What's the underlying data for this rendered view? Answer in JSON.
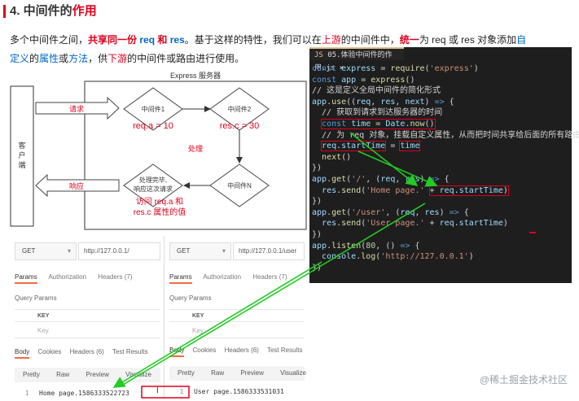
{
  "heading": {
    "prefix": "4. 中间件的",
    "emphasis": "作用"
  },
  "paragraph": {
    "p1": "多个中间件之间，",
    "p2": "共享同一份",
    "p3": " req ",
    "p4": "和",
    "p5": " res",
    "p6": "。基于这样的特性，我们可以在",
    "p7": "上游",
    "p8": "的中间件中，",
    "p9": "统一",
    "p10": "为 req 或 res 对象添加",
    "p11": "自定义",
    "p12": "的",
    "p13": "属性",
    "p14": "或",
    "p15": "方法",
    "p16": "，供",
    "p17": "下游",
    "p18": "的中间件或路由进行使用。"
  },
  "diagram": {
    "title": "Express 服务器",
    "client": "客\n户\n端",
    "request": "请求",
    "response": "响应",
    "mw1": "中间件1",
    "mw2": "中间件2",
    "mwN": "中间件N",
    "process": "处理",
    "done1": "处理完毕,",
    "done2": "响应这次请求",
    "reqA": "req.a = 10",
    "resC": "res.c = 30",
    "access1": "访问 req.a 和",
    "access2": "res.c 属性的值"
  },
  "editor": {
    "tab": "05.体验中间件的作用.js",
    "lines": [
      "const express = require('express')",
      "const app = express()",
      "// 这是定义全局中间件的简化形式",
      "app.use((req, res, next) => {",
      "  // 获取到请求到达服务器的时间",
      "  const time = Date.now()",
      "  // 为 req 对象，挂载自定义属性，从而把时间共享给后面的所有路由",
      "  req.startTime = time",
      "  next()",
      "})",
      "app.get('/', (req, res) => {",
      "  res.send('Home page.' + req.startTime)",
      "})",
      "app.get('/user', (req, res) => {",
      "  res.send('User page.' + req.startTime)",
      "})",
      "app.listen(80, () => {",
      "  console.log('http://127.0.0.1')",
      "})"
    ]
  },
  "postman_left": {
    "method": "GET",
    "url": "http://127.0.0.1/",
    "tab_params": "Params",
    "tab_auth": "Authorization",
    "tab_headers": "Headers (7)",
    "query_params": "Query Params",
    "key_header": "KEY",
    "key_placeholder": "Key",
    "sub_body": "Body",
    "sub_cookies": "Cookies",
    "sub_headers": "Headers (6)",
    "sub_tests": "Test Results",
    "v_pretty": "Pretty",
    "v_raw": "Raw",
    "v_preview": "Preview",
    "v_visualize": "Visualize",
    "line_no": "1",
    "response": "Home page.1586333522723"
  },
  "postman_right": {
    "method": "GET",
    "url": "http://127.0.0.1/user",
    "tab_params": "Params",
    "tab_auth": "Authorization",
    "tab_headers": "Headers (7)",
    "query_params": "Query Params",
    "key_header": "KEY",
    "key_placeholder": "Key",
    "sub_body": "Body",
    "sub_cookies": "Cookies",
    "sub_headers": "Headers (6)",
    "sub_tests": "Test Results",
    "v_pretty": "Pretty",
    "v_raw": "Raw",
    "v_preview": "Preview",
    "v_visualize": "Visualize",
    "line_no": "1",
    "response": "User page.1586333531031"
  },
  "watermark": "@稀土掘金技术社区",
  "colors": {
    "accent_red": "#e0001b",
    "link_blue": "#0066cc",
    "arrow_green": "#22cc22",
    "editor_bg": "#1e1e1e"
  }
}
